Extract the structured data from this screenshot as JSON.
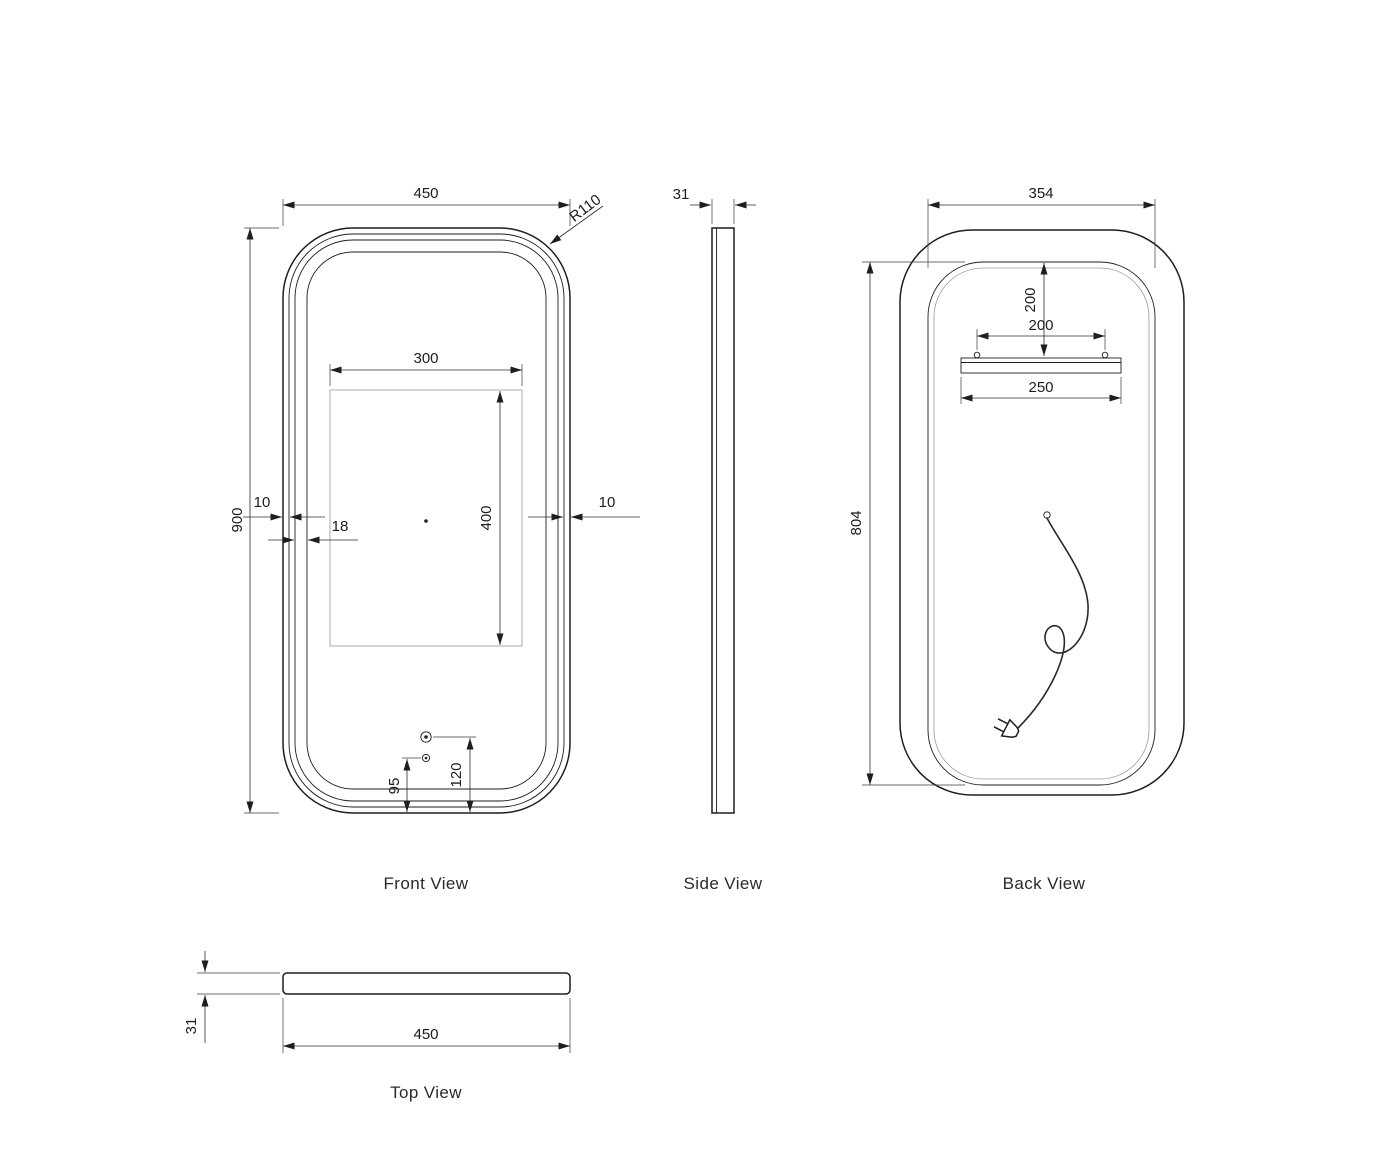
{
  "drawing": {
    "front_view": {
      "label": "Front View",
      "dim_width": "450",
      "dim_radius": "R110",
      "dim_height": "900",
      "dim_frame_left": "10",
      "dim_frame_right": "10",
      "dim_inner_width": "300",
      "dim_inner_height": "400",
      "dim_inner_offset": "18",
      "dim_sensor_low": "95",
      "dim_sensor_high": "120"
    },
    "side_view": {
      "label": "Side View",
      "dim_thickness": "31"
    },
    "back_view": {
      "label": "Back View",
      "dim_width": "354",
      "dim_height": "804",
      "dim_bracket_top": "200",
      "dim_hole_spacing": "200",
      "dim_bracket_width": "250"
    },
    "top_view": {
      "label": "Top View",
      "dim_thickness": "31",
      "dim_width": "450"
    }
  }
}
